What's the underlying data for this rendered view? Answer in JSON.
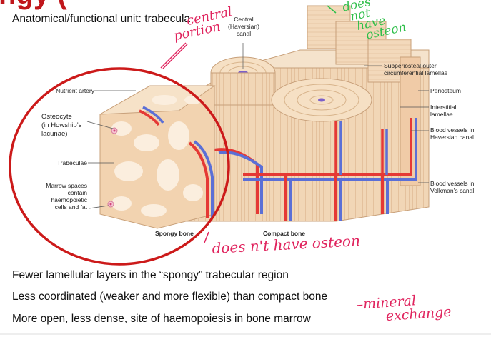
{
  "slide": {
    "title_fragment": "ngy (",
    "subtitle": "Anatomical/functional unit: trabecula",
    "bullets": [
      "Fewer lamellular layers in the “spongy” trabecular region",
      "Less coordinated (weaker and more flexible) than compact bone",
      "More open, less dense, site of haemopoiesis in bone marrow"
    ]
  },
  "diagram": {
    "labels_left": {
      "nutrient_artery": "Nutrient artery",
      "osteocyte": [
        "Osteocyte",
        "(in Howship’s",
        "lacunae)"
      ],
      "trabeculae": "Trabeculae",
      "marrow": [
        "Marrow spaces",
        "contain",
        "haemopoietic",
        "cells and fat"
      ]
    },
    "labels_top": {
      "central_canal": [
        "Central",
        "(Haversian)",
        "canal"
      ]
    },
    "labels_right": {
      "subperiosteal": [
        "Subperiosteal outer",
        "circumferential lamellae"
      ],
      "periosteum": "Periosteum",
      "interstitial": [
        "Interstitial",
        "lamellae"
      ],
      "haversian_vessels": [
        "Blood vessels in",
        "Haversian canal"
      ],
      "volkman_vessels": [
        "Blood vessels in",
        "Volkman’s canal"
      ]
    },
    "labels_bottom": {
      "spongy": "Spongy bone",
      "compact": "Compact bone"
    }
  },
  "annotations": {
    "central_portion": [
      "central",
      "portion"
    ],
    "does_not_have_osteon_top": [
      "does",
      "not",
      "have",
      "osteon"
    ],
    "does_not_have_osteon_bottom": "does n't have osteon",
    "mineral_exchange": [
      "–mineral",
      "exchange"
    ]
  },
  "colors": {
    "title_red": "#c0161b",
    "circle_red": "#cc1a1a",
    "pink_annotation": "#e0245e",
    "green_annotation": "#2fbf4a",
    "bone": "#f3d9bb",
    "artery": "#e53935",
    "vein": "#5b6fd6"
  }
}
